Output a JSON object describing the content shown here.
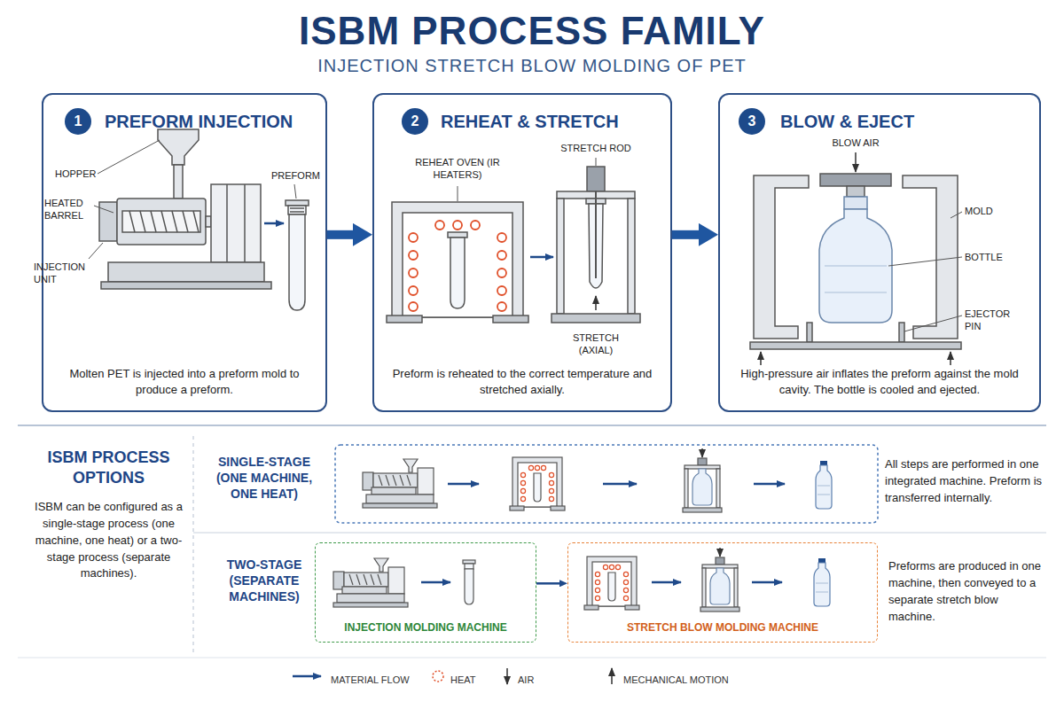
{
  "diagram": {
    "title": "ISBM PROCESS FAMILY",
    "nodes": [
      {
        "text": [
          "PREFORM INJECTION",
          "Molten PET is injected into a preform mold to produce a preform."
        ]
      },
      {
        "text": [
          "1"
        ],
        "in": 0
      },
      {
        "text": [
          "REHEAT & STRETCH",
          "Preform is reheated to the correct temperature and stretched axially."
        ]
      },
      {
        "text": [
          "2"
        ],
        "in": 2
      },
      {
        "text": [
          "BLOW & EJECT",
          "High-pressure air inflates the preform against the mold cavity. The bottle is cooled and ejected."
        ]
      },
      {
        "text": [
          "3"
        ],
        "in": 4
      },
      {
        "text": [
          "INJECTION MOLDING MACHINE"
        ]
      },
      {
        "text": [
          "STRETCH BLOW MOLDING MACHINE"
        ]
      }
    ],
    "edges": [
      {
        "from": 0,
        "to": 2,
        "arrow": "to"
      },
      {
        "from": 2,
        "to": 4,
        "arrow": "to"
      },
      {
        "from": 6,
        "to": 7,
        "arrow": "to"
      }
    ],
    "labels": [
      "INJECTION STRETCH BLOW MOLDING OF PET",
      "HOPPER",
      "HEATED BARREL",
      "INJECTION UNIT",
      "PREFORM",
      "REHEAT OVEN (IR HEATERS)",
      "STRETCH ROD",
      "STRETCH (AXIAL)",
      "BLOW AIR",
      "MOLD",
      "BOTTLE",
      "EJECTOR PIN",
      "ISBM PROCESS OPTIONS",
      "ISBM can be configured as a single-stage process (one machine, one heat) or a two-stage process (separate machines).",
      "SINGLE-STAGE (ONE MACHINE, ONE HEAT)",
      "All steps are performed in one integrated machine. Preform is transferred internally.",
      "TWO-STAGE (SEPARATE MACHINES)",
      "Preforms are produced in one machine, then conveyed to a separate stretch blow machine."
    ],
    "legend": [
      {
        "text": "MATERIAL FLOW"
      },
      {
        "text": "HEAT"
      },
      {
        "text": "AIR"
      },
      {
        "text": "MECHANICAL MOTION"
      }
    ]
  }
}
